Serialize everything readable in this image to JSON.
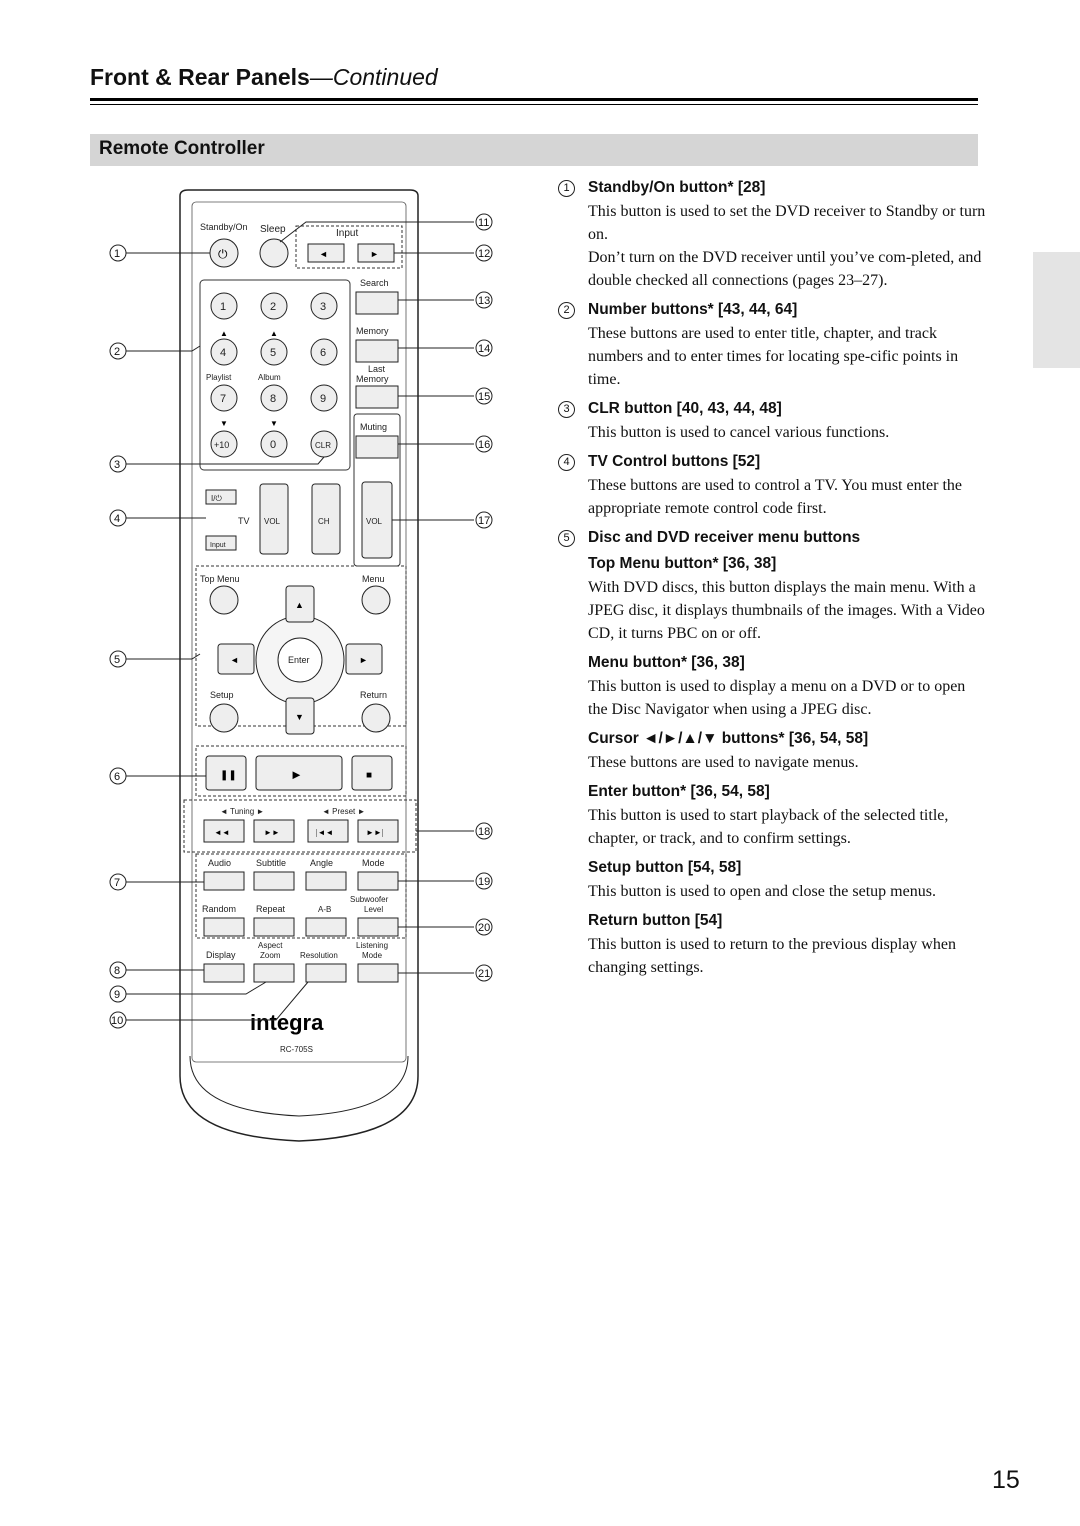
{
  "header": {
    "title": "Front & Rear Panels",
    "continued": "—Continued"
  },
  "section": {
    "title": "Remote Controller"
  },
  "page_number": "15",
  "remote": {
    "labels": {
      "standby": "Standby/On",
      "sleep": "Sleep",
      "input": "Input",
      "search": "Search",
      "memory": "Memory",
      "last_memory_1": "Last",
      "last_memory_2": "Memory",
      "playlist": "Playlist",
      "album": "Album",
      "muting": "Muting",
      "clr": "CLR",
      "plus10": "+10",
      "tv": "TV",
      "vol": "VOL",
      "ch": "CH",
      "tv_power": "I/⏻",
      "tv_input": "Input",
      "top_menu": "Top Menu",
      "menu": "Menu",
      "enter": "Enter",
      "setup": "Setup",
      "return": "Return",
      "tuning": "◄ Tuning ►",
      "preset": "◄ Preset ►",
      "audio": "Audio",
      "subtitle": "Subtitle",
      "angle": "Angle",
      "mode": "Mode",
      "random": "Random",
      "repeat": "Repeat",
      "ab": "A-B",
      "subwoofer": "Subwoofer",
      "level": "Level",
      "display": "Display",
      "aspect": "Aspect",
      "zoom": "Zoom",
      "resolution": "Resolution",
      "listening": "Listening",
      "listening_mode": "Mode",
      "brand": "integra",
      "model": "RC-705S"
    },
    "digits": [
      "1",
      "2",
      "3",
      "4",
      "5",
      "6",
      "7",
      "8",
      "9",
      "0"
    ],
    "callouts": [
      "1",
      "2",
      "3",
      "4",
      "5",
      "6",
      "7",
      "8",
      "9",
      "10",
      "11",
      "12",
      "13",
      "14",
      "15",
      "16",
      "17",
      "18",
      "19",
      "20",
      "21"
    ]
  },
  "items": [
    {
      "num": "1",
      "heading": "Standby/On button* [28]",
      "paras": [
        "This button is used to set the DVD receiver to Standby or turn on.",
        "Don’t turn on the DVD receiver until you’ve com-pleted, and double checked all connections (pages 23–27)."
      ]
    },
    {
      "num": "2",
      "heading": "Number buttons* [43, 44, 64]",
      "paras": [
        "These buttons are used to enter title, chapter, and track numbers and to enter times for locating spe-cific points in time."
      ]
    },
    {
      "num": "3",
      "heading": "CLR button [40, 43, 44, 48]",
      "paras": [
        "This button is used to cancel various functions."
      ]
    },
    {
      "num": "4",
      "heading": "TV Control buttons [52]",
      "paras": [
        "These buttons are used to control a TV. You must enter the appropriate remote control code first."
      ]
    },
    {
      "num": "5",
      "heading": "Disc and DVD receiver menu buttons",
      "subs": [
        {
          "heading": "Top Menu button* [36, 38]",
          "para": "With DVD discs, this button displays the main menu. With a JPEG disc, it displays thumbnails of the images. With a Video CD, it turns PBC on or off."
        },
        {
          "heading": "Menu button* [36, 38]",
          "para": "This button is used to display a menu on a DVD or to open the Disc Navigator when using a JPEG disc."
        },
        {
          "heading": "Cursor ◄/►/▲/▼ buttons* [36, 54, 58]",
          "para": "These buttons are used to navigate menus."
        },
        {
          "heading": "Enter button* [36, 54, 58]",
          "para": "This button is used to start playback of the selected title, chapter, or track, and to confirm settings."
        },
        {
          "heading": "Setup button [54, 58]",
          "para": "This button is used to open and close the setup menus."
        },
        {
          "heading": "Return button [54]",
          "para": "This button is used to return to the previous display when changing settings."
        }
      ]
    }
  ]
}
